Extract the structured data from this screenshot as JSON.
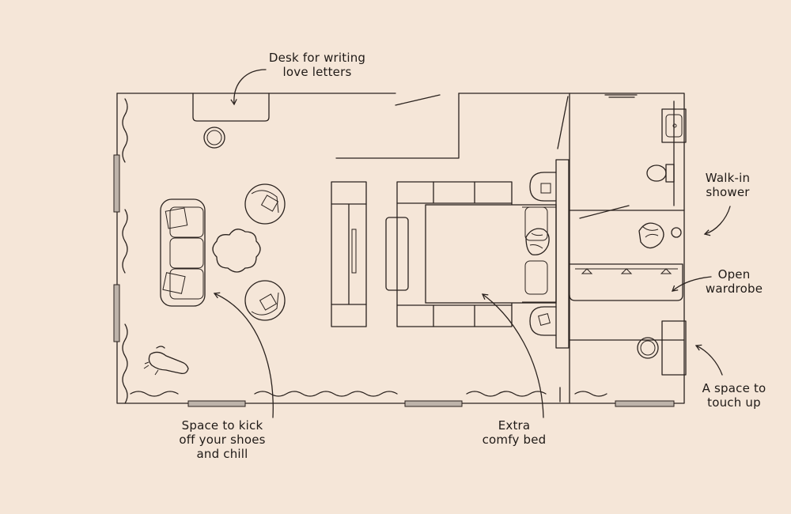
{
  "background": "#f5e6d8",
  "ink": "#2a221e",
  "labels": {
    "desk": [
      "Desk for writing",
      "love letters"
    ],
    "shower": [
      "Walk-in",
      "shower"
    ],
    "wardrobe": [
      "Open",
      "wardrobe"
    ],
    "touchup": [
      "A space to",
      "touch up"
    ],
    "lounge": [
      "Space to kick",
      "off your shoes",
      "and chill"
    ],
    "bed": [
      "Extra",
      "comfy bed"
    ]
  }
}
